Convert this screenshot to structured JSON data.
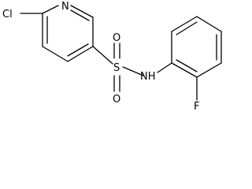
{
  "molecule": {
    "atoms": {
      "cl": "Cl",
      "n_ring": "N",
      "s": "S",
      "o_top": "O",
      "o_bottom": "O",
      "nh": "NH",
      "f": "F"
    }
  }
}
